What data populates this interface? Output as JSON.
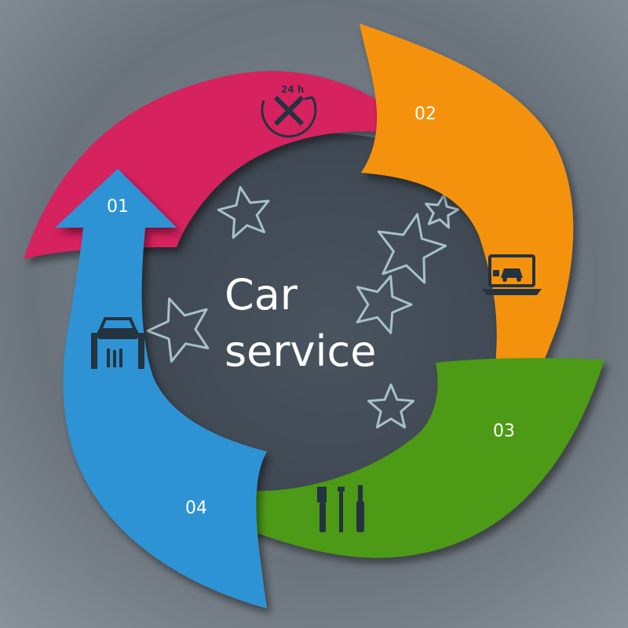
{
  "title_line1": "Car",
  "title_line2": "service",
  "steps": [
    {
      "number": "01",
      "color": "#2F93D4",
      "icon": "car-lift-icon"
    },
    {
      "number": "02",
      "color": "#D6235F",
      "icon": "24h-repair-icon"
    },
    {
      "number": "03",
      "color": "#F5920F",
      "icon": "laptop-diagnostics-icon"
    },
    {
      "number": "04",
      "color": "#4E9A12",
      "icon": "tools-icon"
    }
  ],
  "colors": {
    "background": "#6E7780",
    "title": "#FFFFFF",
    "icon": "#233340",
    "star_stroke": "#B9D6DD"
  }
}
